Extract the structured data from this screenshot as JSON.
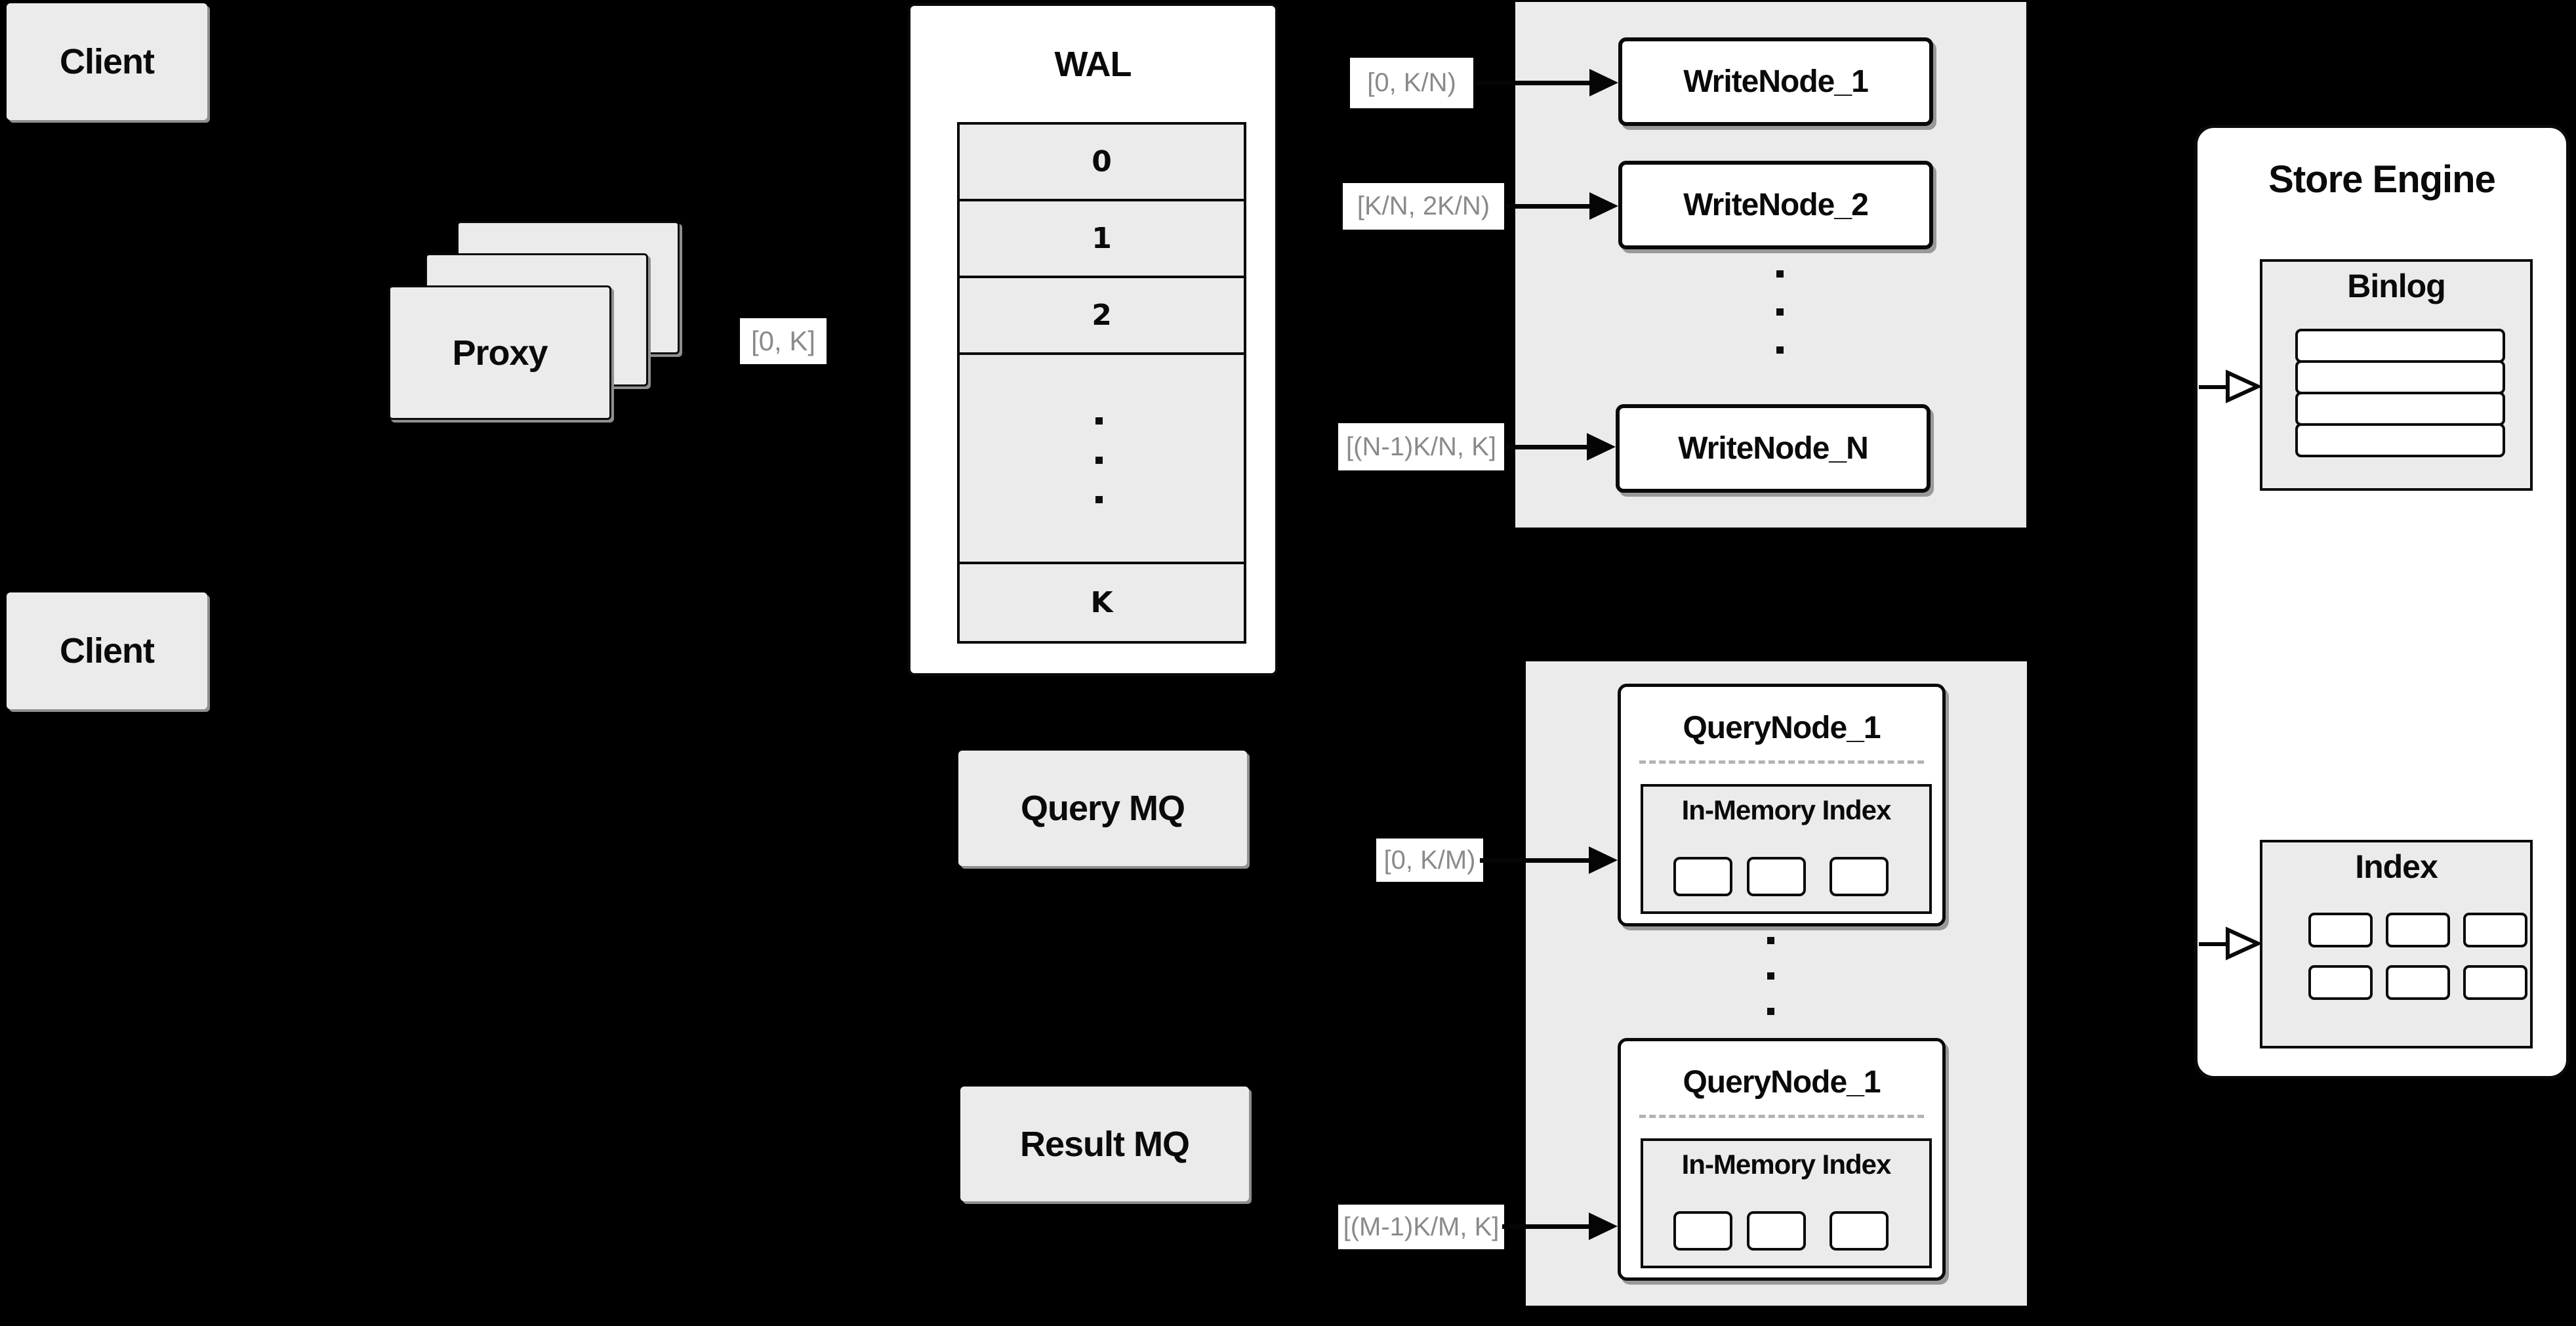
{
  "colors": {
    "background": "#000000",
    "panel_gray": "#ebebeb",
    "box_white": "#ffffff",
    "line_black": "#0a0a0a",
    "range_text_gray": "#8a8a8a",
    "divider_dash_gray": "#b3b3b3"
  },
  "clients": {
    "top_label": "Client",
    "bottom_label": "Client"
  },
  "proxy": {
    "label": "Proxy",
    "range_label": "[0, K]"
  },
  "wal": {
    "title": "WAL",
    "segments": [
      "0",
      "1",
      "2",
      "K"
    ]
  },
  "write_cluster": {
    "nodes": [
      {
        "label": "WriteNode_1",
        "range_label": "[0,  K/N)"
      },
      {
        "label": "WriteNode_2",
        "range_label": "[K/N, 2K/N)"
      },
      {
        "label": "WriteNode_N",
        "range_label": "[(N-1)K/N,  K]"
      }
    ]
  },
  "query_cluster": {
    "query_mq_label": "Query MQ",
    "result_mq_label": "Result MQ",
    "nodes": [
      {
        "label": "QueryNode_1",
        "inner_label": "In-Memory Index",
        "range_label": "[0, K/M)"
      },
      {
        "label": "QueryNode_1",
        "inner_label": "In-Memory Index",
        "range_label": "[(M-1)K/M, K]"
      }
    ]
  },
  "store_engine": {
    "title": "Store Engine",
    "binlog_label": "Binlog",
    "index_label": "Index"
  }
}
